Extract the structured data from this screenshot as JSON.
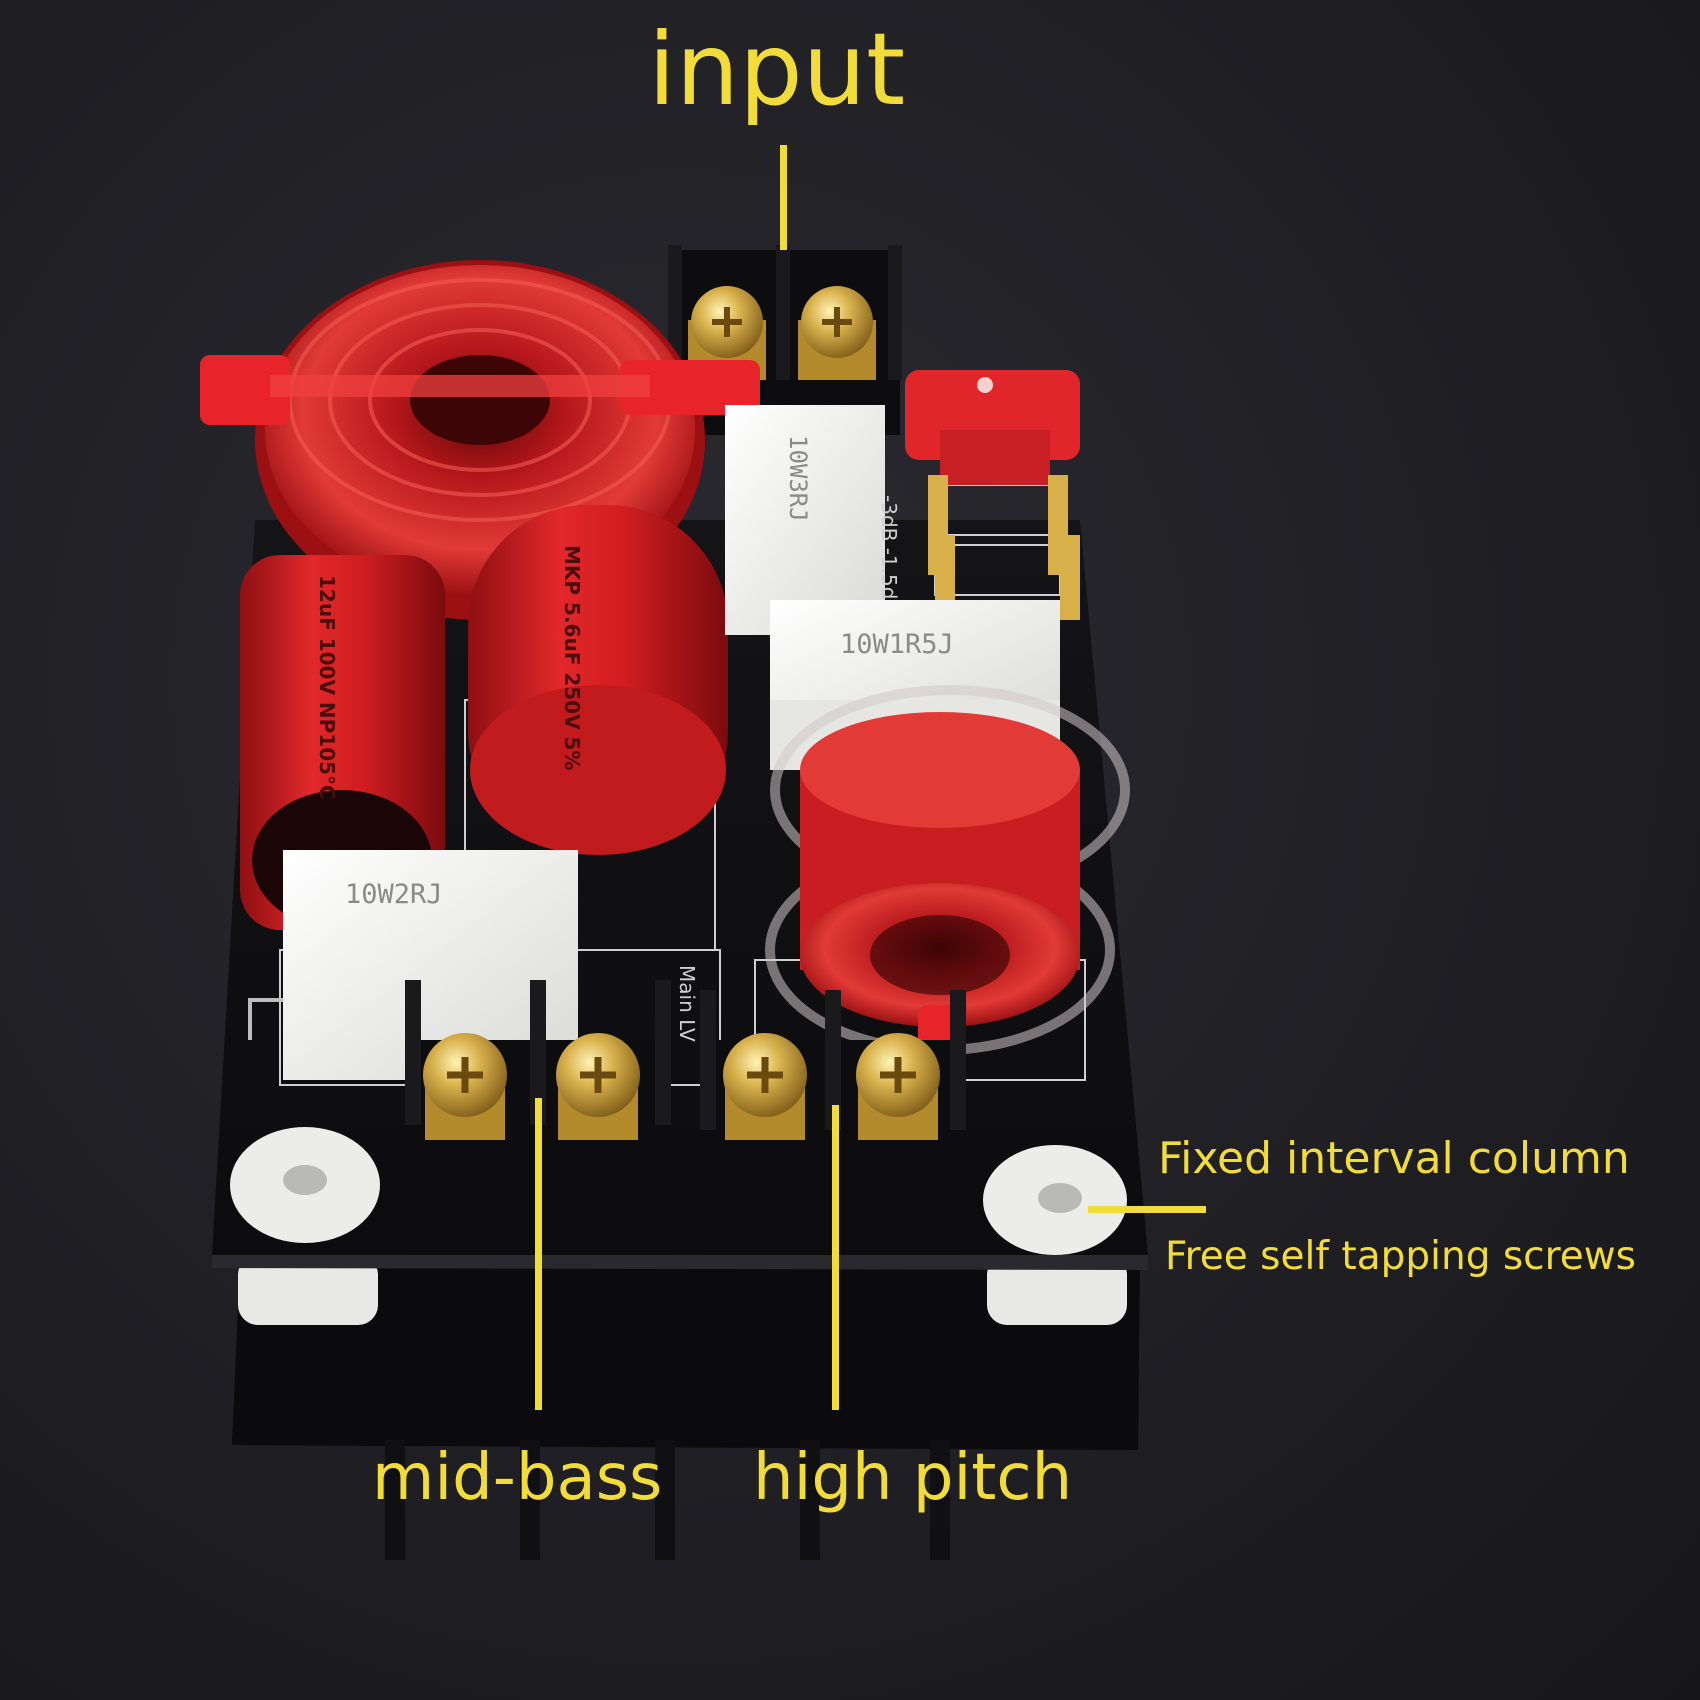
{
  "callouts": {
    "input": "input",
    "fixed_interval_column": "Fixed interval column",
    "free_self_tapping_screws": "Free self tapping screws",
    "mid_bass": "mid-bass",
    "high_pitch": "high pitch"
  },
  "components": {
    "resistor_top": "10W3RJ",
    "resistor_mid": "10W1R5J",
    "resistor_bottom": "10W2RJ",
    "capacitor_film": "MKP 5.6uF 250V 5%",
    "capacitor_electrolytic": "12uF 100V NP105°C",
    "silkscreen_jumper": "-3dB -1.5dB"
  },
  "colors": {
    "callout_yellow": "#f2dc3a",
    "background": "#1f1f24",
    "component_red": "#d81e1e",
    "resistor_white": "#f2f2f0",
    "terminal_gold": "#c8a23c",
    "board_black": "#111113"
  }
}
